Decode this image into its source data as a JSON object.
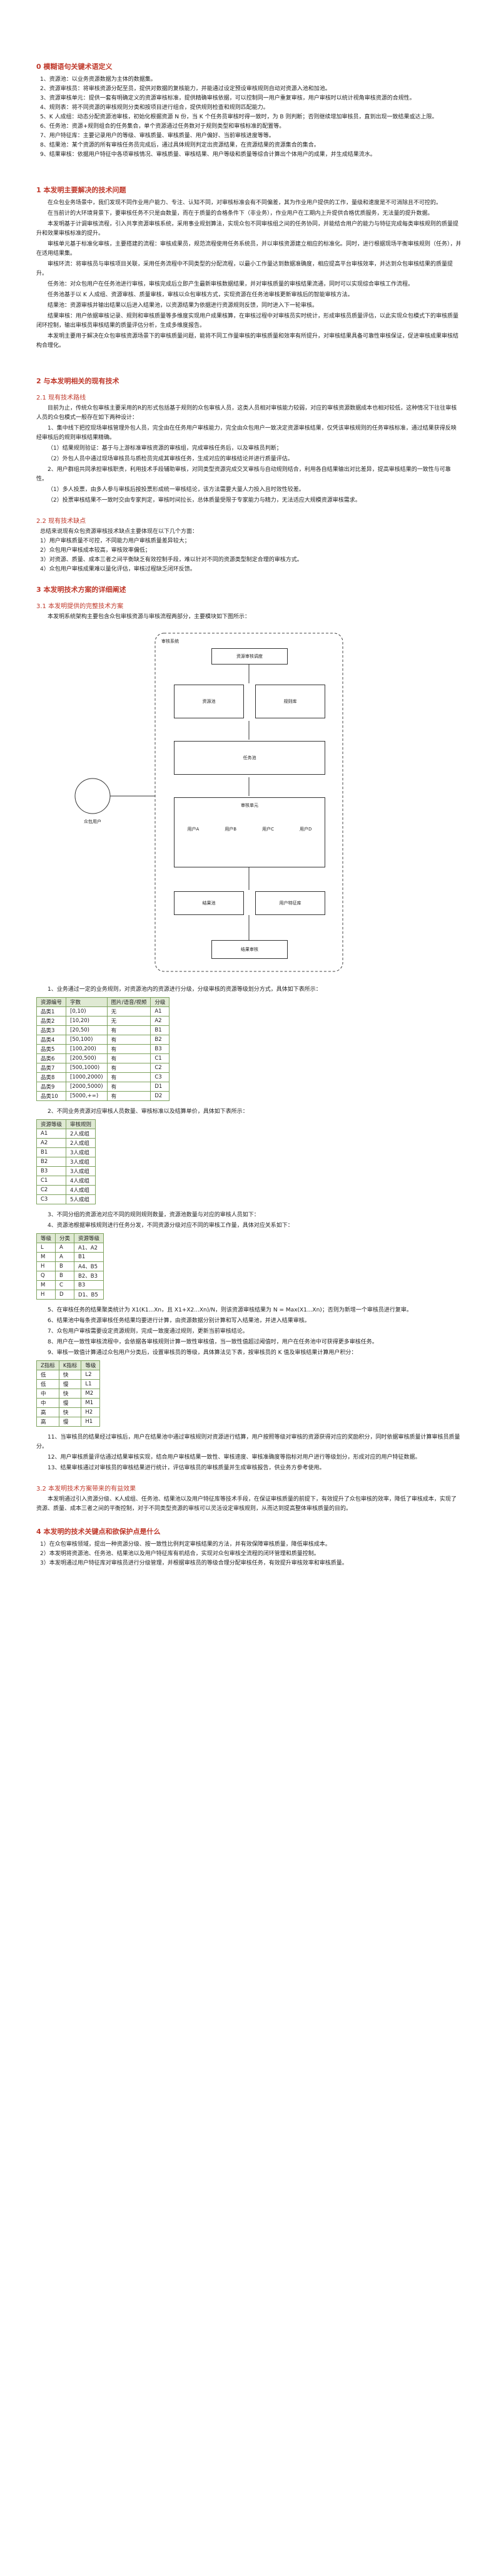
{
  "sec0": {
    "title": "0    模糊语句关键术语定义",
    "items": [
      "1、资源池：以业务资源数据为主体的数据集。",
      "2、资源审核员：将审核资源分配至员，提供对数据的复核能力，并能通过设定预设审核规则自动对资源入池和加池。",
      "3、资源审核单元：提供一套有明确定义的资源审核标准，提供精确审核依据，可以控制同一用户重复审核，用户审核时以统计视角审核资源的合规性。",
      "4、规则表：将不同资源的审核规则分类和按项目进行组合，提供规则检查和规则匹配能力。",
      "5、K 人成组：动态分配资源池审核，初始化根据资源 N 份，当 K 个任务员审核时得一致时，为 B 则判断；否则继续增加审核员，直到出现一致结果或达上限。",
      "6、任务池：资源+规则组合的任务集合，单个资源通过任务数对于规则类型和审核标准的配置等。",
      "7、用户特征库：主要记录用户的等级、审核质量、审核质量、用户偏好、当前审核进度等等。",
      "8、结果池：某个资源的所有审核任务员完成后，通过具体规则判定出资源结果，在资源结果的资源集合的集合。",
      "9、结果审核：依据用户特征中各项审核情况、审核质量、审核结果、用户等级和质量等综合计算出个体用户的成果，并生成结果流水。"
    ]
  },
  "sec1": {
    "title": "1    本发明主要解决的技术问题",
    "paras": [
      "在众包业务场景中，我们发现不同作业用户能力、专注、认知不同，对审核标准会有不同偏差，其为作业用户提供的工作，量级和速度是不可消除且不可控的。",
      "在当前计的大环境背景下，要审核任务不只是由数量，而在于质量的合格条件下（非业务），作业用户在工期内上升提供合格优质服务，无法量的提升数据。",
      "本发明基于计调审核流程，引入共享资源审核系统，采用事业规划算法，实现众包不同审核组之间的任务协同，并能结合用户的能力与特征完成每类审核规则的质量提升和效果审核标准的提升。",
      "    审核单元基于标准化审核，主要搭建的流程：审核成果员，规范流程使用任务系统员，并以审核资源建立相应的标准化。同时，进行根据现场平衡审核规则（任务），并在适用结果集。",
      "    审核环流：将审核员与审核项目关联，采用任务流程中不同类型的分配流程，以最小工作量达到数据准确度，相应提高平台审核效率，并达到众包审核结果的质量提升。",
      "    任务池：对众包用户在任务池进行审核，审核完成后立即产生最新审核数据结果，并对审核质量的审核结果流通，同时可以实现综合审核工作流程。",
      "    任务池基于以 K 人成组、资源审核、质量审核，审核以众包审核方式，实现资源在任务池审核更新审核后的智能审核方法。",
      "    结果池：资源审核并输出结果以后进入结果池，以资源结果为依据进行资源规则反馈，同时进入下一轮审核。",
      "    结果审核：用户依据审核记录、规则和审核质量等多维度实现用户成果核算，在审核过程中对审核员实时统计，形成审核员质量评估，以此实现众包模式下的审核质量闭环控制，输出审核员审核结果的质量评估分析，生成多维度报告。",
      "本发明主要用于解决在众包审核资源场景下的审核质量问题，能将不同工作量审核的审核质量和效率有所提升，对审核结果具备可靠性审核保证，促进审核成果审核结构合理化。"
    ]
  },
  "sec2": {
    "title": "2    与本发明相关的现有技术",
    "sub1": "2.1 现有技术路线",
    "paras": [
      "目前为止，传统众包审核主要采用的R的形式包括基于规则的众包审核人员，这类人员相对审核能力较弱，对应的审核资源数据成本也相对较低，这种情况下往往审核人员的众包模式一般存在如下两种设计：",
      "1、集中线下把控现场审核管理外包人员，完全由在任务用户审核能力，完全由众包用户一致决定资源审核结果，仅凭该审核规则的任务审核标准，通过结果获得反映经审核后的规则审核结果精确。",
      "（1）结果规则验证：基于与上游标准审核资源的审核组，完成审核任务后，以及审核员判断；",
      "（2）外包人员中通过现场审核员与质检员完成其审核任务，生成对应的审核结论并进行质量评估。",
      "2、用户群组共同承担审核职责，利用技术手段辅助审核，对同类型资源完成交叉审核与自动规则结合，利用各自结果输出对比差异，提高审核结果的一致性与可靠性。",
      "（1）多人投票，由多人参与审核后按投票形成统一审核结论，该方法需要大量人力投入且时效性较差。",
      "（2）投票审核结果不一致时交由专家判定，审核时间拉长，总体质量受限于专家能力与精力，无法适应大规模资源审核需求。"
    ],
    "sub2": "2.2 现有技术缺点",
    "cons": [
      "总结来说现有众包资源审核技术缺点主要体现在以下几个方面：",
      "1）用户审核质量不可控，不同能力用户审核质量差异较大；",
      "2）众包用户审核成本较高，审核效率偏低；",
      "3）对资源、质量、成本三者之间平衡缺乏有效控制手段，难以针对不同的资源类型制定合理的审核方式。",
      "4）众包用户审核成果难以量化评估，审核过程缺乏闭环反馈。"
    ]
  },
  "sec3": {
    "title": "3    本发明技术方案的详细阐述",
    "sub1": "3.1 本发明提供的完整技术方案",
    "intro": "本发明系统架构主要包含众包审核资源与审核流程两部分，主要模块如下图所示：",
    "diagram": {
      "left_label": "众包用户",
      "sys_label": "审核系统",
      "top": "资源审核调度",
      "modules": [
        "资源池",
        "规则库",
        "任务池",
        "审核单元",
        "结果池",
        "用户特征库"
      ],
      "users": [
        "用户A",
        "用户B",
        "用户C",
        "用户D"
      ],
      "bottom": "结果审核"
    },
    "steps": [
      "1、业务通过一定的业务规则，对资源池内的资源进行分级，分级审核的资源等级划分方式，具体如下表所示：",
      "2、不同业务资源对应审核人员数量、审核标准以及结算单价，具体如下表所示：",
      "3、不同分组的资源池对应不同的规则规则数量，资源池数量与对应的审核人员如下：",
      "4、资源池根据审核规则进行任务分发，不同资源分级对应不同的审核工作量，具体对应关系如下："
    ],
    "table1_head": [
      "资源编号",
      "字数",
      "图片/语音/视频",
      "分级"
    ],
    "table1_rows": [
      [
        "品类1",
        "[0,10)",
        "无",
        "A1"
      ],
      [
        "品类2",
        "[10,20)",
        "无",
        "A2"
      ],
      [
        "品类3",
        "[20,50)",
        "有",
        "B1"
      ],
      [
        "品类4",
        "[50,100)",
        "有",
        "B2"
      ],
      [
        "品类5",
        "[100,200)",
        "有",
        "B3"
      ],
      [
        "品类6",
        "[200,500)",
        "有",
        "C1"
      ],
      [
        "品类7",
        "[500,1000)",
        "有",
        "C2"
      ],
      [
        "品类8",
        "[1000,2000)",
        "有",
        "C3"
      ],
      [
        "品类9",
        "[2000,5000)",
        "有",
        "D1"
      ],
      [
        "品类10",
        "[5000,+∞)",
        "有",
        "D2"
      ]
    ],
    "table2_head": [
      "资源等级",
      "审核规则"
    ],
    "table2_rows": [
      [
        "A1",
        "2人成组"
      ],
      [
        "A2",
        "2人成组"
      ],
      [
        "B1",
        "3人成组"
      ],
      [
        "B2",
        "3人成组"
      ],
      [
        "B3",
        "3人成组"
      ],
      [
        "C1",
        "4人成组"
      ],
      [
        "C2",
        "4人成组"
      ],
      [
        "C3",
        "5人成组"
      ]
    ],
    "table3_head": [
      "等级",
      "分类",
      "资源等级"
    ],
    "table3_rows": [
      [
        "L",
        "A",
        "A1、A2"
      ],
      [
        "M",
        "A",
        "B1"
      ],
      [
        "H",
        "B",
        "A4、B5"
      ],
      [
        "Q",
        "B",
        "B2、B3"
      ],
      [
        "M",
        "C",
        "B3"
      ],
      [
        "H",
        "D",
        "D1、B5"
      ]
    ],
    "mid": [
      "5、在审核任务的结果聚类统计为 X1(K1...Xn，且 X1+X2...Xn)/N，则该资源审核结果为 N = Max(X1...Xn)；否则为新增一个审核员进行复审。",
      "6、结果池中每条资源审核任务结果均要进行计算，由资源数据分别计算和写入结果池，并进入结果审核。",
      "7、众包用户审核需要设定资源规则，完成一致度通过规则，更新当前审核结论。",
      "8、用户在一致性审核流程中，会依据各审核规则计算一致性审核值，当一致性值超过阈值时，用户在任务池中可获得更多审核任务。",
      "9、审核一致值计算通过众包用户分类后，设置审核员的等级，具体算法见下表，按审核员的 K 值及审核结果计算用户积分："
    ],
    "table4_head": [
      "Z指标",
      "K指标",
      "等级"
    ],
    "table4_rows": [
      [
        "低",
        "快",
        "L2"
      ],
      [
        "低",
        "慢",
        "L1"
      ],
      [
        "中",
        "快",
        "M2"
      ],
      [
        "中",
        "慢",
        "M1"
      ],
      [
        "高",
        "快",
        "H2"
      ],
      [
        "高",
        "慢",
        "H1"
      ]
    ],
    "tail": [
      "11、当审核员的结果经过审核后，用户在结果池中通过审核规则对资源进行结算，用户按照等级对审核的资源获得对应的奖励积分，同时依据审核质量计算审核员质量分。",
      "12、用户审核质量评估通过结果审核实现，结合用户审核结果一致性、审核速度、审核准确度等指标对用户进行等级划分，形成对应的用户特征数据。",
      "13、结果审核通过对审核员的审核结果进行统计，评估审核员的审核质量并生成审核报告，供业务方参考使用。"
    ],
    "sub2": "3.2 本发明技术方案带来的有益效果",
    "benefit": "本发明通过引入资源分级、K人成组、任务池、结果池以及用户特征库等技术手段，在保证审核质量的前提下，有效提升了众包审核的效率，降低了审核成本，实现了资源、质量、成本三者之间的平衡控制，对于不同类型资源的审核可以灵活设定审核规则，从而达到提高整体审核质量的目的。"
  },
  "sec4": {
    "title": "4    本发明的技术关键点和欲保护点是什么",
    "items": [
      "1）在众包审核领域，提出一种资源分级、按一致性比例判定审核结果的方法，并有效保障审核质量，降低审核成本。",
      "2）本发明将资源池、任务池、结果池以及用户特征库有机结合，实现对众包审核全流程的闭环管理和质量控制。",
      "3）本发明通过用户特征库对审核员进行分级管理，并根据审核员的等级合理分配审核任务，有效提升审核效率和审核质量。"
    ]
  }
}
